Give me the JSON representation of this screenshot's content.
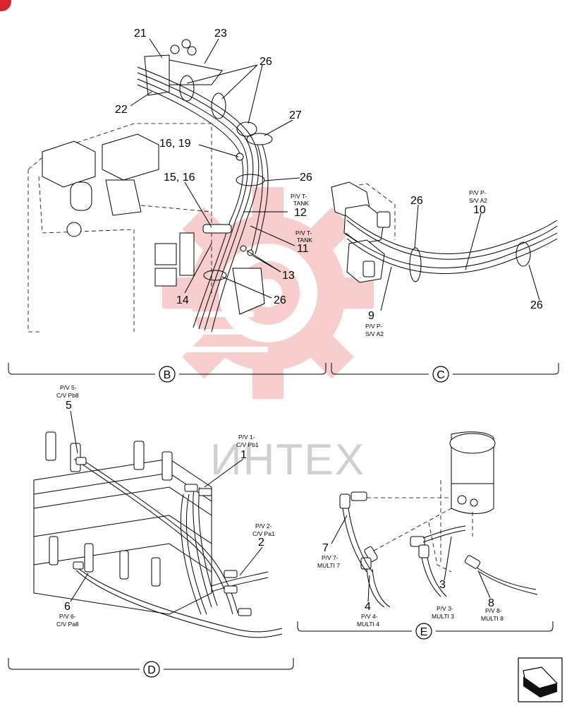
{
  "watermark": {
    "text": "ИНТЕХ",
    "color": "#e85050"
  },
  "sections": {
    "B": "B",
    "C": "C",
    "D": "D",
    "E": "E"
  },
  "callouts": {
    "n21": "21",
    "n23": "23",
    "n26a": "26",
    "n22": "22",
    "n27": "27",
    "n16_19": "16, 19",
    "n26b": "26",
    "n15_16": "15, 16",
    "p12_a": "P/V T-",
    "p12_b": "TANK",
    "n12": "12",
    "p11_a": "P/V T-",
    "p11_b": "TANK",
    "n11": "11",
    "n13": "13",
    "n14": "14",
    "n26c": "26",
    "n26d": "26",
    "p10_a": "P/V P-",
    "p10_b": "S/V A2",
    "n10": "10",
    "n9": "9",
    "p9_a": "P/V P-",
    "p9_b": "S/V A2",
    "n26e": "26",
    "p5_a": "P/V 5-",
    "p5_b": "C/V Pb8",
    "n5": "5",
    "p1_a": "P/V 1-",
    "p1_b": "C/V Pb1",
    "n1": "1",
    "p2_a": "P/V 2-",
    "p2_b": "C/V Pa1",
    "n2": "2",
    "n6": "6",
    "p6_a": "P/V 6-",
    "p6_b": "C/V Pa8",
    "n7": "7",
    "p7_a": "P/V 7-",
    "p7_b": "MULTI 7",
    "n4": "4",
    "p4_a": "P/V 4-",
    "p4_b": "MULTI 4",
    "n3": "3",
    "p3_a": "P/V 3-",
    "p3_b": "MULTI 3",
    "n8": "8",
    "p8_a": "P/V 8-",
    "p8_b": "MULTI 8"
  }
}
